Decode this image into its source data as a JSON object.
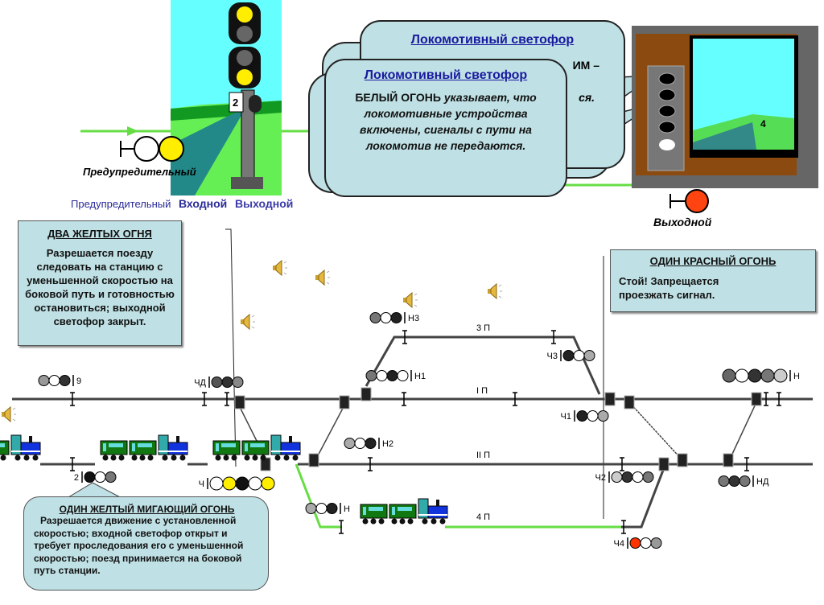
{
  "top_signal": {
    "plate": "2",
    "warning_label": "Предупредительный",
    "overlap_labels": [
      "Предупредительный",
      "Входной",
      "Выходной"
    ]
  },
  "loco_callout_back": {
    "title": "Локомотивный светофор",
    "fragment_1": "ИМ –",
    "fragment_2": "ся."
  },
  "loco_callout_front": {
    "title": "Локомотивный светофор",
    "bold": "БЕЛЫЙ ОГОНЬ",
    "text": " указывает, что локомотивные устройства включены, сигналы с пути на локомотив не передаются."
  },
  "cab": {
    "window_number": "4",
    "exit_label": "Выходной"
  },
  "box_two_yellow": {
    "title": "ДВА ЖЕЛТЫХ ОГНЯ",
    "text": "Разрешается поезду следовать на станцию с уменьшенной скоростью на боковой путь и готовностью остановиться; выходной светофор закрыт."
  },
  "box_red": {
    "title": "ОДИН КРАСНЫЙ ОГОНЬ",
    "text": "Стой!  Запрещается проезжать сигнал."
  },
  "box_flashing_yellow": {
    "title": "ОДИН ЖЕЛТЫЙ МИГАЮЩИЙ ОГОНЬ",
    "text": "Разрешается движение с установленной скоростью; входной светофор открыт и требует проследования его с уменьшенной скоростью; поезд принимается на боковой путь станции."
  },
  "tracks": {
    "t3": "3 П",
    "t1": "I П",
    "t2": "II П",
    "t4": "4 П"
  },
  "signals": [
    {
      "label": "9",
      "lamps": [
        "#999",
        "#fff",
        "#333"
      ]
    },
    {
      "label": "ЧД",
      "lamps": [
        "#555",
        "#333",
        "#888"
      ]
    },
    {
      "label": "Н3",
      "lamps": [
        "#777",
        "#fff",
        "#222"
      ]
    },
    {
      "label": "Н1",
      "lamps": [
        "#777",
        "#fff",
        "#222",
        "#fff"
      ]
    },
    {
      "label": "Н2",
      "lamps": [
        "#aaa",
        "#fff",
        "#222"
      ]
    },
    {
      "label": "Н",
      "lamps": [
        "#aaa",
        "#fff",
        "#222"
      ]
    },
    {
      "label": "2",
      "lamps": [
        "#111",
        "#fff",
        "#777"
      ]
    },
    {
      "label": "Ч",
      "lamps": [
        "#fff",
        "#ffee00",
        "#111",
        "#fff",
        "#ffee00"
      ]
    },
    {
      "label": "Ч3",
      "lamps": [
        "#222",
        "#fff",
        "#aaa"
      ]
    },
    {
      "label": "Ч1",
      "lamps": [
        "#222",
        "#fff",
        "#aaa"
      ]
    },
    {
      "label": "Ч2",
      "lamps": [
        "#ccc",
        "#333",
        "#fff",
        "#777"
      ]
    },
    {
      "label": "Ч4",
      "lamps": [
        "#ff3300",
        "#fff",
        "#999"
      ]
    },
    {
      "label": "Н",
      "lamps": [
        "#666",
        "#fff",
        "#333",
        "#777",
        "#ccc"
      ]
    },
    {
      "label": "НД",
      "lamps": [
        "#777",
        "#333",
        "#777"
      ]
    }
  ],
  "colors": {
    "route": "#66dd44",
    "callout": "#bfe0e4",
    "title_link": "#1a1aa0"
  }
}
